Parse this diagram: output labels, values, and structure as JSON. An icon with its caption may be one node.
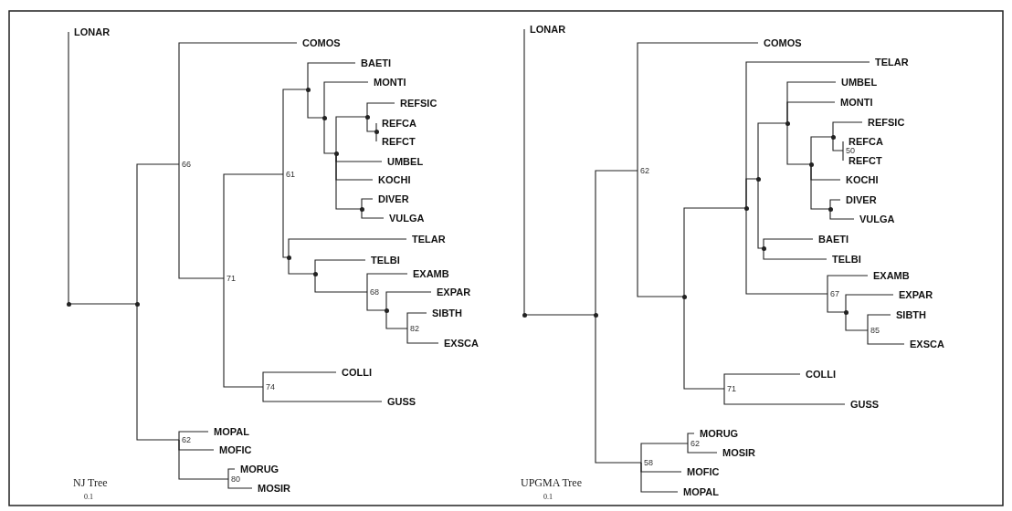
{
  "diagram": {
    "nodes": [
      {
        "text": [],
        "shape": "point"
      },
      {
        "text": [
          "LONAR"
        ]
      },
      {
        "text": [],
        "shape": "point"
      },
      {
        "text": [
          "66"
        ]
      },
      {
        "text": [
          "COMOS"
        ]
      },
      {
        "text": [
          "71"
        ]
      },
      {
        "text": [
          "61"
        ]
      },
      {
        "text": [],
        "shape": "point"
      },
      {
        "text": [
          "BAETI"
        ]
      },
      {
        "text": [],
        "shape": "point"
      },
      {
        "text": [
          "MONTI"
        ]
      },
      {
        "text": [],
        "shape": "point"
      },
      {
        "text": [],
        "shape": "point"
      },
      {
        "text": [
          "REFSIC"
        ]
      },
      {
        "text": [],
        "shape": "point"
      },
      {
        "text": [
          "REFCA"
        ]
      },
      {
        "text": [
          "REFCT"
        ]
      },
      {
        "text": [
          "UMBEL"
        ]
      },
      {
        "text": [
          "KOCHI"
        ]
      },
      {
        "text": [],
        "shape": "point"
      },
      {
        "text": [
          "DIVER"
        ]
      },
      {
        "text": [
          "VULGA"
        ]
      },
      {
        "text": [],
        "shape": "point"
      },
      {
        "text": [
          "TELAR"
        ]
      },
      {
        "text": [],
        "shape": "point"
      },
      {
        "text": [
          "TELBI"
        ]
      },
      {
        "text": [
          "68"
        ]
      },
      {
        "text": [
          "EXAMB"
        ]
      },
      {
        "text": [],
        "shape": "point"
      },
      {
        "text": [
          "EXPAR"
        ]
      },
      {
        "text": [
          "82"
        ]
      },
      {
        "text": [
          "SIBTH"
        ]
      },
      {
        "text": [
          "EXSCA"
        ]
      },
      {
        "text": [
          "74"
        ]
      },
      {
        "text": [
          "COLLI"
        ]
      },
      {
        "text": [
          "GUSS"
        ]
      },
      {
        "text": [
          "62"
        ]
      },
      {
        "text": [
          "MOPAL"
        ]
      },
      {
        "text": [
          "MOFIC"
        ]
      },
      {
        "text": [
          "80"
        ]
      },
      {
        "text": [
          "MORUG"
        ]
      },
      {
        "text": [
          "MOSIR"
        ]
      },
      {
        "text": [],
        "shape": "point"
      },
      {
        "text": [
          "LONAR"
        ]
      },
      {
        "text": [],
        "shape": "point"
      },
      {
        "text": [
          "62"
        ]
      },
      {
        "text": [
          "COMOS"
        ]
      },
      {
        "text": [],
        "shape": "point"
      },
      {
        "text": [],
        "shape": "point"
      },
      {
        "text": [
          "TELAR"
        ]
      },
      {
        "text": [],
        "shape": "point"
      },
      {
        "text": [],
        "shape": "point"
      },
      {
        "text": [
          "UMBEL"
        ]
      },
      {
        "text": [
          "MONTI"
        ]
      },
      {
        "text": [],
        "shape": "point"
      },
      {
        "text": [],
        "shape": "point"
      },
      {
        "text": [
          "REFSIC"
        ]
      },
      {
        "text": [
          "50"
        ]
      },
      {
        "text": [
          "REFCA"
        ]
      },
      {
        "text": [
          "REFCT"
        ]
      },
      {
        "text": [
          "KOCHI"
        ]
      },
      {
        "text": [],
        "shape": "point"
      },
      {
        "text": [
          "DIVER"
        ]
      },
      {
        "text": [
          "VULGA"
        ]
      },
      {
        "text": [],
        "shape": "point"
      },
      {
        "text": [
          "BAETI"
        ]
      },
      {
        "text": [
          "TELBI"
        ]
      },
      {
        "text": [
          "67"
        ]
      },
      {
        "text": [
          "EXAMB"
        ]
      },
      {
        "text": [],
        "shape": "point"
      },
      {
        "text": [
          "EXPAR"
        ]
      },
      {
        "text": [
          "85"
        ]
      },
      {
        "text": [
          "SIBTH"
        ]
      },
      {
        "text": [
          "EXSCA"
        ]
      },
      {
        "text": [
          "71"
        ]
      },
      {
        "text": [
          "COLLI"
        ]
      },
      {
        "text": [
          "GUSS"
        ]
      },
      {
        "text": [
          "58"
        ]
      },
      {
        "text": [
          "62"
        ]
      },
      {
        "text": [
          "MORUG"
        ]
      },
      {
        "text": [
          "MOSIR"
        ]
      },
      {
        "text": [
          "MOFIC"
        ]
      },
      {
        "text": [
          "MOPAL"
        ]
      }
    ],
    "edges": [
      {
        "from": 0,
        "to": 1,
        "arrow": "none"
      },
      {
        "from": 0,
        "to": 2,
        "arrow": "none"
      },
      {
        "from": 2,
        "to": 3,
        "arrow": "none"
      },
      {
        "from": 2,
        "to": 36,
        "arrow": "none"
      },
      {
        "from": 3,
        "to": 4,
        "arrow": "none"
      },
      {
        "from": 3,
        "to": 5,
        "arrow": "none"
      },
      {
        "from": 5,
        "to": 6,
        "arrow": "none"
      },
      {
        "from": 5,
        "to": 33,
        "arrow": "none"
      },
      {
        "from": 6,
        "to": 7,
        "arrow": "none"
      },
      {
        "from": 6,
        "to": 22,
        "arrow": "none"
      },
      {
        "from": 7,
        "to": 8,
        "arrow": "none"
      },
      {
        "from": 7,
        "to": 9,
        "arrow": "none"
      },
      {
        "from": 9,
        "to": 10,
        "arrow": "none"
      },
      {
        "from": 9,
        "to": 11,
        "arrow": "none"
      },
      {
        "from": 11,
        "to": 12,
        "arrow": "none"
      },
      {
        "from": 11,
        "to": 17,
        "arrow": "none"
      },
      {
        "from": 11,
        "to": 18,
        "arrow": "none"
      },
      {
        "from": 11,
        "to": 19,
        "arrow": "none"
      },
      {
        "from": 12,
        "to": 13,
        "arrow": "none"
      },
      {
        "from": 12,
        "to": 14,
        "arrow": "none"
      },
      {
        "from": 14,
        "to": 15,
        "arrow": "none"
      },
      {
        "from": 14,
        "to": 16,
        "arrow": "none"
      },
      {
        "from": 19,
        "to": 20,
        "arrow": "none"
      },
      {
        "from": 19,
        "to": 21,
        "arrow": "none"
      },
      {
        "from": 22,
        "to": 23,
        "arrow": "none"
      },
      {
        "from": 22,
        "to": 24,
        "arrow": "none"
      },
      {
        "from": 24,
        "to": 25,
        "arrow": "none"
      },
      {
        "from": 24,
        "to": 26,
        "arrow": "none"
      },
      {
        "from": 26,
        "to": 27,
        "arrow": "none"
      },
      {
        "from": 26,
        "to": 28,
        "arrow": "none"
      },
      {
        "from": 28,
        "to": 29,
        "arrow": "none"
      },
      {
        "from": 28,
        "to": 30,
        "arrow": "none"
      },
      {
        "from": 30,
        "to": 31,
        "arrow": "none"
      },
      {
        "from": 30,
        "to": 32,
        "arrow": "none"
      },
      {
        "from": 33,
        "to": 34,
        "arrow": "none"
      },
      {
        "from": 33,
        "to": 35,
        "arrow": "none"
      },
      {
        "from": 36,
        "to": 37,
        "arrow": "none"
      },
      {
        "from": 36,
        "to": 38,
        "arrow": "none"
      },
      {
        "from": 36,
        "to": 39,
        "arrow": "none"
      },
      {
        "from": 39,
        "to": 40,
        "arrow": "none"
      },
      {
        "from": 39,
        "to": 41,
        "arrow": "none"
      },
      {
        "from": 42,
        "to": 43,
        "arrow": "none"
      },
      {
        "from": 42,
        "to": 44,
        "arrow": "none"
      },
      {
        "from": 44,
        "to": 45,
        "arrow": "none"
      },
      {
        "from": 44,
        "to": 77,
        "arrow": "none"
      },
      {
        "from": 45,
        "to": 46,
        "arrow": "none"
      },
      {
        "from": 45,
        "to": 47,
        "arrow": "none"
      },
      {
        "from": 47,
        "to": 48,
        "arrow": "none"
      },
      {
        "from": 47,
        "to": 74,
        "arrow": "none"
      },
      {
        "from": 48,
        "to": 49,
        "arrow": "none"
      },
      {
        "from": 48,
        "to": 50,
        "arrow": "none"
      },
      {
        "from": 48,
        "to": 67,
        "arrow": "none"
      },
      {
        "from": 50,
        "to": 51,
        "arrow": "none"
      },
      {
        "from": 50,
        "to": 64,
        "arrow": "none"
      },
      {
        "from": 51,
        "to": 52,
        "arrow": "none"
      },
      {
        "from": 51,
        "to": 53,
        "arrow": "none"
      },
      {
        "from": 51,
        "to": 54,
        "arrow": "none"
      },
      {
        "from": 54,
        "to": 55,
        "arrow": "none"
      },
      {
        "from": 54,
        "to": 60,
        "arrow": "none"
      },
      {
        "from": 54,
        "to": 61,
        "arrow": "none"
      },
      {
        "from": 55,
        "to": 56,
        "arrow": "none"
      },
      {
        "from": 55,
        "to": 57,
        "arrow": "none"
      },
      {
        "from": 57,
        "to": 58,
        "arrow": "none"
      },
      {
        "from": 57,
        "to": 59,
        "arrow": "none"
      },
      {
        "from": 61,
        "to": 62,
        "arrow": "none"
      },
      {
        "from": 61,
        "to": 63,
        "arrow": "none"
      },
      {
        "from": 64,
        "to": 65,
        "arrow": "none"
      },
      {
        "from": 64,
        "to": 66,
        "arrow": "none"
      },
      {
        "from": 67,
        "to": 68,
        "arrow": "none"
      },
      {
        "from": 67,
        "to": 69,
        "arrow": "none"
      },
      {
        "from": 69,
        "to": 70,
        "arrow": "none"
      },
      {
        "from": 69,
        "to": 71,
        "arrow": "none"
      },
      {
        "from": 71,
        "to": 72,
        "arrow": "none"
      },
      {
        "from": 71,
        "to": 73,
        "arrow": "none"
      },
      {
        "from": 74,
        "to": 75,
        "arrow": "none"
      },
      {
        "from": 74,
        "to": 76,
        "arrow": "none"
      },
      {
        "from": 77,
        "to": 78,
        "arrow": "none"
      },
      {
        "from": 77,
        "to": 81,
        "arrow": "none"
      },
      {
        "from": 77,
        "to": 82,
        "arrow": "none"
      },
      {
        "from": 78,
        "to": 79,
        "arrow": "none"
      },
      {
        "from": 78,
        "to": 80,
        "arrow": "none"
      }
    ],
    "labels": [
      "NJ Tree",
      "0.1",
      "UPGMA Tree",
      "0.1"
    ]
  }
}
